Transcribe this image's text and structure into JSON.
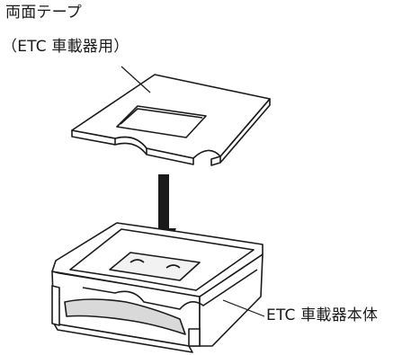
{
  "labels": {
    "tape_title": "両面テープ",
    "tape_subtitle": "（ETC 車載器用）",
    "unit_label": "ETC 車載器本体"
  },
  "colors": {
    "line": "#1a1a1a",
    "fill": "#ffffff",
    "shade": "#d9d9d9"
  },
  "icons": {
    "arrow": "down-arrow"
  }
}
